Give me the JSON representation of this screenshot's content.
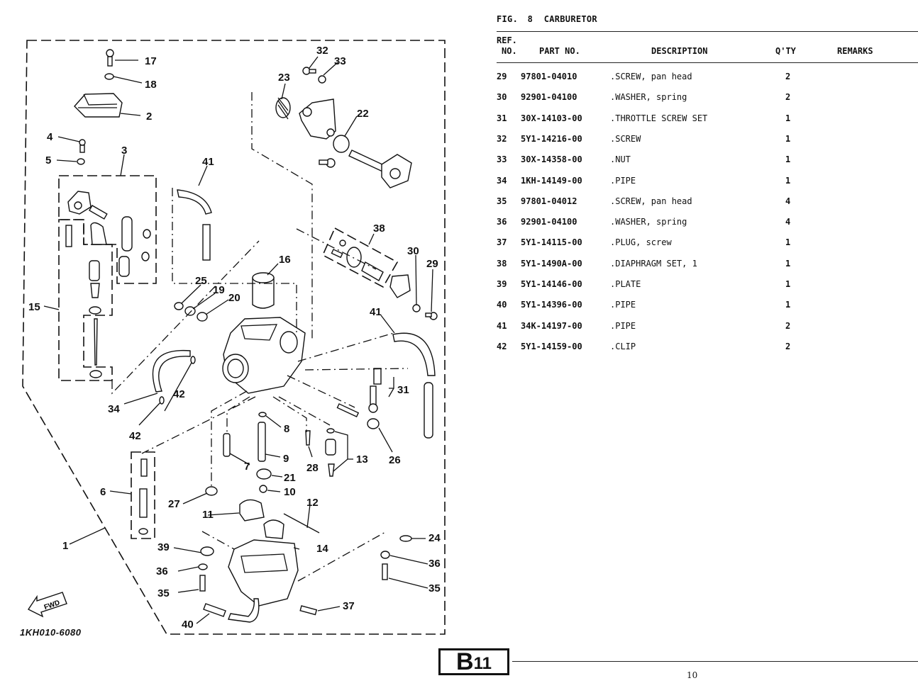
{
  "figure": {
    "label": "FIG.",
    "number": "8",
    "title": "CARBURETOR"
  },
  "table": {
    "headers": {
      "ref_line1": "REF.",
      "ref_line2": "NO.",
      "part_no": "PART NO.",
      "description": "DESCRIPTION",
      "qty": "Q'TY",
      "remarks": "REMARKS"
    },
    "rows": [
      {
        "ref": "29",
        "part_no": "97801-04010",
        "description": ".SCREW, pan head",
        "qty": "2",
        "remarks": ""
      },
      {
        "ref": "30",
        "part_no": "92901-04100",
        "description": ".WASHER, spring",
        "qty": "2",
        "remarks": ""
      },
      {
        "ref": "31",
        "part_no": "30X-14103-00",
        "description": ".THROTTLE SCREW SET",
        "qty": "1",
        "remarks": ""
      },
      {
        "ref": "32",
        "part_no": "5Y1-14216-00",
        "description": ".SCREW",
        "qty": "1",
        "remarks": ""
      },
      {
        "ref": "33",
        "part_no": "30X-14358-00",
        "description": ".NUT",
        "qty": "1",
        "remarks": ""
      },
      {
        "ref": "34",
        "part_no": "1KH-14149-00",
        "description": ".PIPE",
        "qty": "1",
        "remarks": ""
      },
      {
        "ref": "35",
        "part_no": "97801-04012",
        "description": ".SCREW, pan head",
        "qty": "4",
        "remarks": ""
      },
      {
        "ref": "36",
        "part_no": "92901-04100",
        "description": ".WASHER, spring",
        "qty": "4",
        "remarks": ""
      },
      {
        "ref": "37",
        "part_no": "5Y1-14115-00",
        "description": ".PLUG, screw",
        "qty": "1",
        "remarks": ""
      },
      {
        "ref": "38",
        "part_no": "5Y1-1490A-00",
        "description": ".DIAPHRAGM SET, 1",
        "qty": "1",
        "remarks": ""
      },
      {
        "ref": "39",
        "part_no": "5Y1-14146-00",
        "description": ".PLATE",
        "qty": "1",
        "remarks": ""
      },
      {
        "ref": "40",
        "part_no": "5Y1-14396-00",
        "description": ".PIPE",
        "qty": "1",
        "remarks": ""
      },
      {
        "ref": "41",
        "part_no": "34K-14197-00",
        "description": ".PIPE",
        "qty": "2",
        "remarks": ""
      },
      {
        "ref": "42",
        "part_no": "5Y1-14159-00",
        "description": ".CLIP",
        "qty": "2",
        "remarks": ""
      }
    ]
  },
  "diagram": {
    "drawing_code": "1KH010-6080",
    "fwd_label": "FWD",
    "callouts": [
      "17",
      "18",
      "2",
      "4",
      "5",
      "3",
      "15",
      "41",
      "23",
      "32",
      "33",
      "22",
      "38",
      "16",
      "25",
      "19",
      "20",
      "30",
      "29",
      "41",
      "31",
      "34",
      "42",
      "42",
      "8",
      "9",
      "7",
      "28",
      "13",
      "26",
      "6",
      "27",
      "21",
      "10",
      "11",
      "12",
      "1",
      "39",
      "14",
      "24",
      "36",
      "36",
      "35",
      "35",
      "40",
      "37"
    ]
  },
  "footer": {
    "section_badge_main": "B",
    "section_badge_sub": "11",
    "page_number": "10"
  }
}
